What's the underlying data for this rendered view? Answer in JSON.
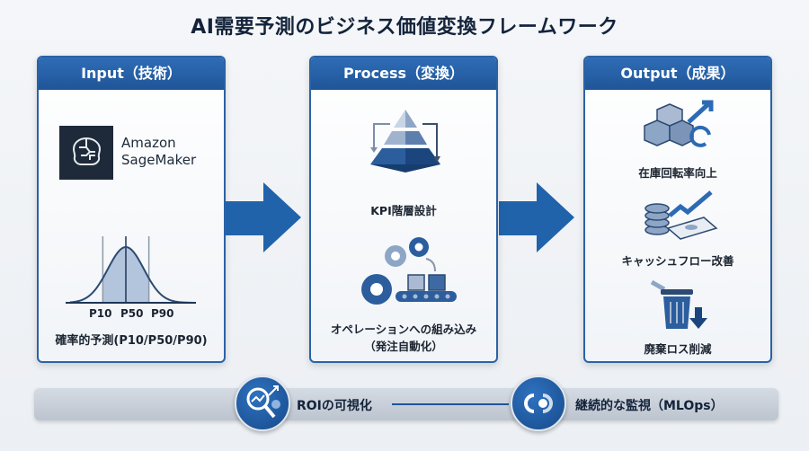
{
  "title": "AI需要予測のビジネス価値変換フレームワーク",
  "panels": {
    "input": {
      "header": "Input（技術）",
      "logo_text_1": "Amazon",
      "logo_text_2": "SageMaker",
      "chart_ticks": [
        "P10",
        "P50",
        "P90"
      ],
      "caption": "確率的予測(P10/P50/P90)"
    },
    "process": {
      "header": "Process（変換）",
      "item1": "KPI階層設計",
      "item2_line1": "オペレーションへの組み込み",
      "item2_line2": "（発注自動化）"
    },
    "output": {
      "header": "Output（成果）",
      "item1": "在庫回転率向上",
      "item2": "キャッシュフロー改善",
      "item3": "廃棄ロス削減"
    }
  },
  "bottom": {
    "roi": "ROIの可視化",
    "mlops": "継続的な監視（MLOps）"
  },
  "chart_data": {
    "type": "area",
    "title": "",
    "percentiles": [
      10,
      50,
      90
    ],
    "tick_labels": [
      "P10",
      "P50",
      "P90"
    ]
  },
  "colors": {
    "primary": "#1f5598",
    "accent": "#2f6db6",
    "dark": "#13233a"
  }
}
